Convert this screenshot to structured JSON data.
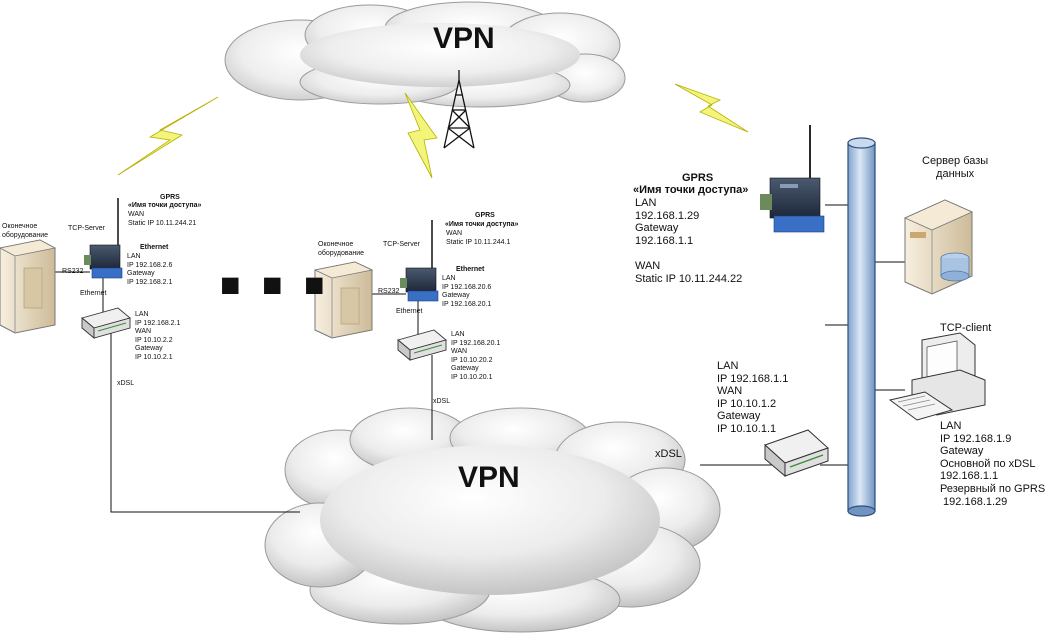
{
  "clouds": {
    "top_label": "VPN",
    "bottom_label": "VPN"
  },
  "site1": {
    "equipment_label": "Оконечное\nоборудование",
    "rs232": "RS232",
    "tcp_server": "TCP-Server",
    "gprs_title": "GPRS",
    "apn": "«Имя точки доступа»",
    "wan": "WAN\nStatic IP 10.11.244.21",
    "ethernet_title": "Ethernet",
    "ethernet_info": "LAN\nIP 192.168.2.6\nGateway\nIP 192.168.2.1",
    "ethernet_cable": "Ethernet",
    "router_info": "LAN\nIP 192.168.2.1\nWAN\nIP 10.10.2.2\nGateway\nIP 10.10.2.1",
    "xdsl": "xDSL"
  },
  "site2": {
    "equipment_label": "Оконечное\nоборудование",
    "rs232": "RS232",
    "tcp_server": "TCP-Server",
    "gprs_title": "GPRS",
    "apn": "«Имя точки доступа»",
    "wan": "WAN\nStatic IP 10.11.244.1",
    "ethernet_title": "Ethernet",
    "ethernet_info": "LAN\nIP 192.168.20.6\nGateway\nIP 192.168.20.1",
    "ethernet_cable": "Ethernet",
    "router_info": "LAN\nIP 192.168.20.1\nWAN\nIP 10.10.20.2\nGateway\nIP 10.10.20.1",
    "xdsl": "xDSL"
  },
  "center": {
    "gprs_title": "GPRS",
    "apn": "«Имя точки доступа»",
    "gprs_info": "LAN\n192.168.1.29\nGateway\n192.168.1.1\n\nWAN\nStatic IP 10.11.244.22",
    "router_info": "LAN\nIP 192.168.1.1\nWAN\nIP 10.10.1.2\nGateway\nIP 10.10.1.1",
    "xdsl": "xDSL",
    "db_server": "Сервер базы\nданных",
    "tcp_client": "TCP-client",
    "client_info": "LAN\nIP 192.168.1.9\nGateway\nОсновной по xDSL\n192.168.1.1\nРезервный по GPRS\n 192.168.1.29"
  },
  "ellipsis": "■ ■ ■",
  "colors": {
    "bus": "#a9c4e2",
    "bus_edge": "#2c4e78",
    "lightning": "#f3f57a",
    "cloud": "#e2e2e2",
    "modem_top": "#2f3b50",
    "modem_base": "#3a6fc6",
    "server": "#e9dcc3"
  }
}
